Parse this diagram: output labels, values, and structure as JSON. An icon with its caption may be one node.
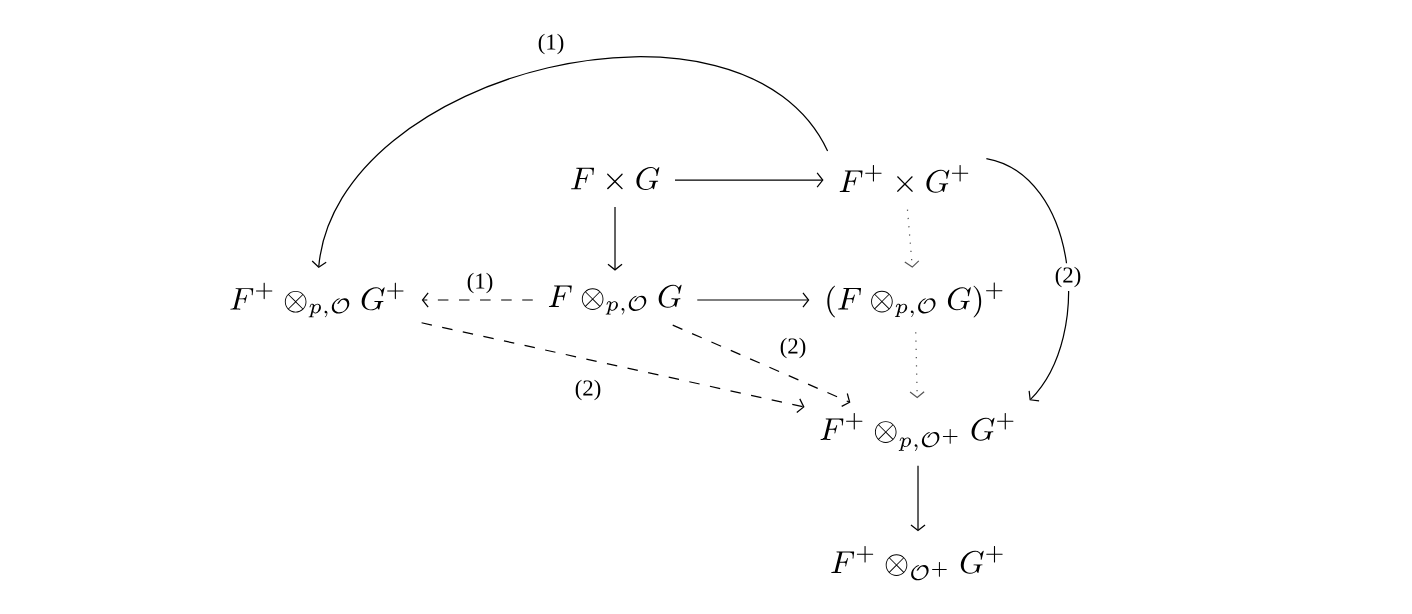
{
  "diagram": {
    "nodes": [
      {
        "text": [
          "F \\times G"
        ]
      },
      {
        "text": [
          "F^+ \\times G^+"
        ]
      },
      {
        "text": [
          "F^+ \\otimes_{p,\\mathcal{O}} G^+"
        ]
      },
      {
        "text": [
          "F \\otimes_{p,\\mathcal{O}} G"
        ]
      },
      {
        "text": [
          "(F \\otimes_{p,\\mathcal{O}} G)^+"
        ]
      },
      {
        "text": [
          "F^+ \\otimes_{p,\\mathcal{O}^+} G^+"
        ]
      },
      {
        "text": [
          "F^+ \\otimes_{\\mathcal{O}^+} G^+"
        ]
      }
    ],
    "edges": [
      {
        "from": 0,
        "to": 1,
        "arrow": "to"
      },
      {
        "from": 0,
        "to": 3,
        "arrow": "to"
      },
      {
        "from": 1,
        "to": 2,
        "arrow": "to",
        "label": "(1)"
      },
      {
        "from": 1,
        "to": 4,
        "arrow": "to",
        "style": "dashed",
        "color": "#555555"
      },
      {
        "from": 1,
        "to": 5,
        "arrow": "to",
        "label": "(2)"
      },
      {
        "from": 3,
        "to": 2,
        "arrow": "to",
        "style": "dashed",
        "label": "(1)"
      },
      {
        "from": 3,
        "to": 4,
        "arrow": "to"
      },
      {
        "from": 3,
        "to": 5,
        "arrow": "to",
        "style": "dashed",
        "label": "(2)"
      },
      {
        "from": 2,
        "to": 5,
        "arrow": "to",
        "style": "dashed",
        "label": "(2)"
      },
      {
        "from": 4,
        "to": 5,
        "arrow": "to",
        "style": "dashed",
        "color": "#555555"
      },
      {
        "from": 5,
        "to": 6,
        "arrow": "to"
      }
    ]
  }
}
